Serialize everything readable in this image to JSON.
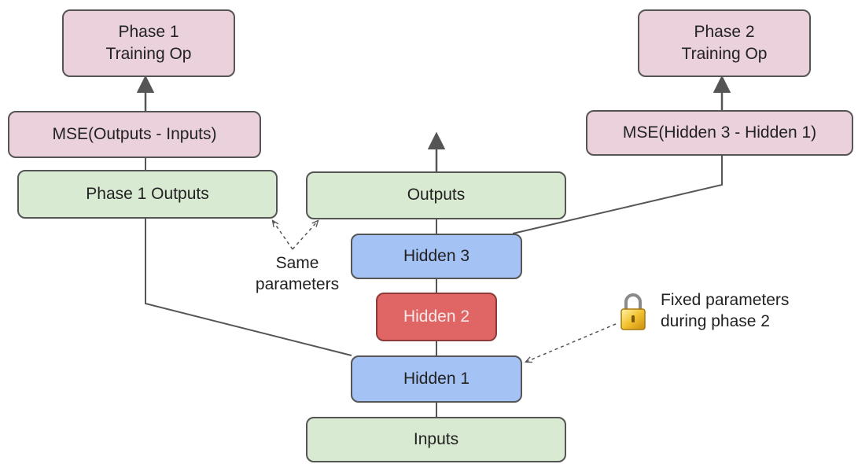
{
  "nodes": {
    "phase1_train_line1": "Phase 1",
    "phase1_train_line2": "Training Op",
    "phase2_train_line1": "Phase 2",
    "phase2_train_line2": "Training Op",
    "mse1": "MSE(Outputs - Inputs)",
    "mse2": "MSE(Hidden 3 - Hidden 1)",
    "phase1_outputs": "Phase 1 Outputs",
    "outputs": "Outputs",
    "hidden3": "Hidden 3",
    "hidden2": "Hidden 2",
    "hidden1": "Hidden 1",
    "inputs": "Inputs"
  },
  "annotations": {
    "same_params_line1": "Same",
    "same_params_line2": "parameters",
    "fixed_params_line1": "Fixed parameters",
    "fixed_params_line2": "during phase 2"
  },
  "icons": {
    "lock": "lock-icon"
  },
  "colors": {
    "pink": "#ead1dc",
    "green": "#d9ead3",
    "blue": "#a4c2f4",
    "red": "#e06666",
    "line": "#555555"
  }
}
